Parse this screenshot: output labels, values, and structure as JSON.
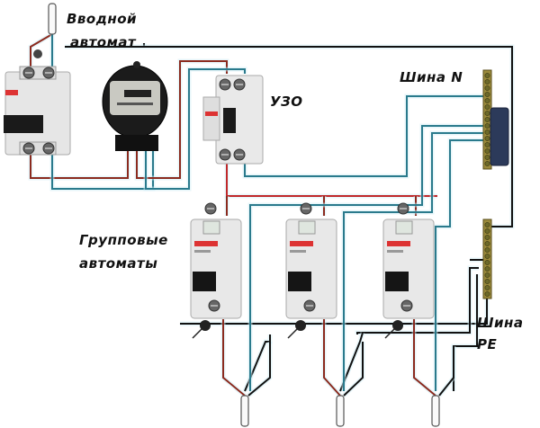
{
  "diagram": {
    "title": "Схема подключения УЗО и групповых автоматов",
    "labels": {
      "input_breaker_line1": "Вводной",
      "input_breaker_line2": "автомат",
      "rcd": "УЗО",
      "neutral_bus": "Шина N",
      "group_breakers_line1": "Групповые",
      "group_breakers_line2": "автоматы",
      "pe_bus_line1": "Шина",
      "pe_bus_line2": "PE"
    },
    "components": [
      {
        "id": "input-cable",
        "type": "cable-end"
      },
      {
        "id": "input-breaker",
        "type": "2-pole circuit breaker"
      },
      {
        "id": "electric-meter",
        "type": "electricity meter"
      },
      {
        "id": "rcd",
        "type": "residual current device"
      },
      {
        "id": "group-breaker-1",
        "type": "1-pole circuit breaker"
      },
      {
        "id": "group-breaker-2",
        "type": "1-pole circuit breaker"
      },
      {
        "id": "group-breaker-3",
        "type": "1-pole circuit breaker"
      },
      {
        "id": "neutral-bus",
        "type": "bus bar"
      },
      {
        "id": "pe-bus",
        "type": "bus bar"
      },
      {
        "id": "output-cable-1",
        "type": "cable-end"
      },
      {
        "id": "output-cable-2",
        "type": "cable-end"
      },
      {
        "id": "output-cable-3",
        "type": "cable-end"
      }
    ],
    "wire_colors": {
      "phase": "#8b2a1e",
      "neutral": "#2a7a8c",
      "ground": "#111111",
      "phase_bus": "#c0282a"
    }
  }
}
